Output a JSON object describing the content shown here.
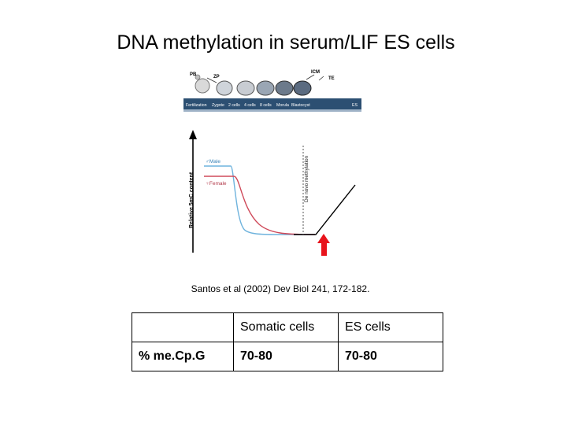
{
  "slide": {
    "title": "DNA methylation in serum/LIF ES cells",
    "citation": "Santos et al (2002) Dev Biol 241, 172-182."
  },
  "figure": {
    "top_labels": {
      "pb": "PB",
      "zp": "ZP",
      "icm": "ICM",
      "te": "TE"
    },
    "stages": [
      "Fertilization",
      "Zygote",
      "2 cells",
      "4 cells",
      "8 cells",
      "Morula",
      "Blastocyst",
      "ES"
    ],
    "y_axis_label": "Relative 5mC content",
    "legend": {
      "male": "♂Male",
      "female": "♀Female"
    },
    "annotation": "De novo methylation",
    "colors": {
      "male": "#6fb3dd",
      "female": "#cf4a5a",
      "combined": "#000000",
      "arrow": "#e8141c",
      "stage_bar": "#2c4f72"
    }
  },
  "table": {
    "headers": [
      "",
      "Somatic cells",
      "ES cells"
    ],
    "rows": [
      {
        "label": "% me.Cp.G",
        "values": [
          "70-80",
          "70-80"
        ]
      }
    ]
  }
}
